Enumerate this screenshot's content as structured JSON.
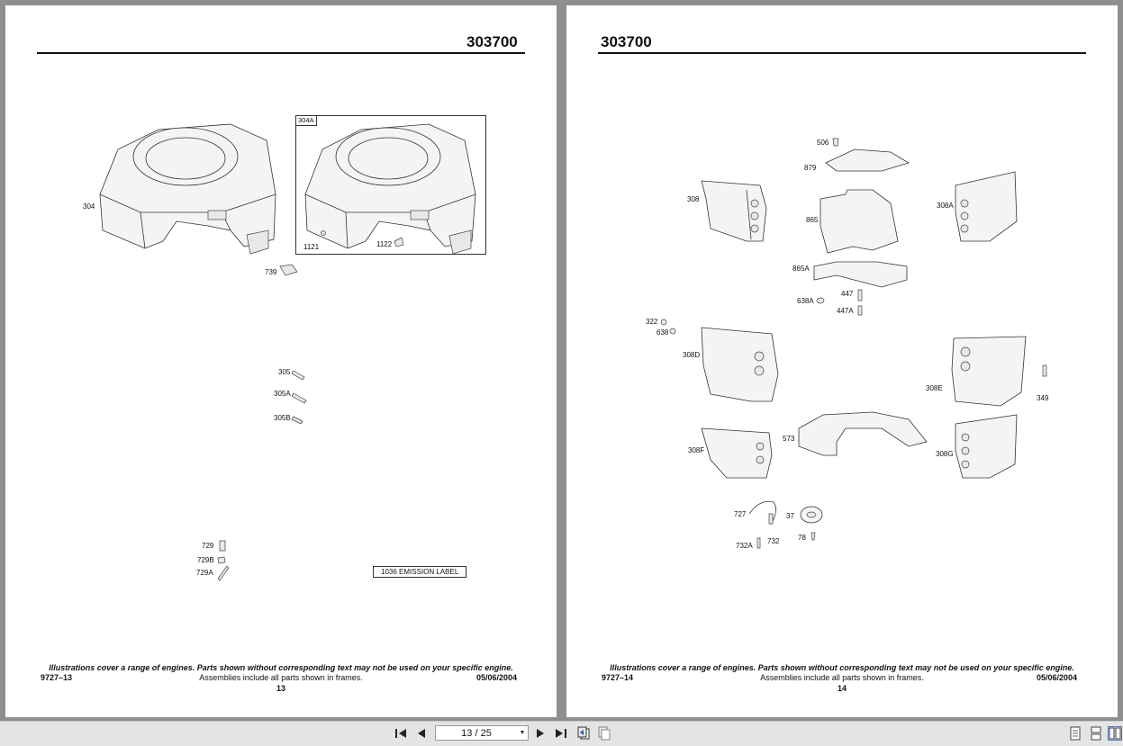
{
  "left_page": {
    "doc_number": "303700",
    "frame_tag": "304A",
    "callouts": [
      "304",
      "1121",
      "1122",
      "739",
      "305",
      "305A",
      "305B",
      "729",
      "729B",
      "729A"
    ],
    "emission_label": "1036 EMISSION LABEL",
    "footer": {
      "note": "Illustrations cover a range of engines. Parts shown without corresponding text may not be used on your specific engine.",
      "code": "9727–13",
      "assemblies": "Assemblies include all parts shown in frames.",
      "date": "05/06/2004",
      "page": "13"
    }
  },
  "right_page": {
    "doc_number": "303700",
    "callouts": [
      "506",
      "879",
      "308",
      "308A",
      "865",
      "865A",
      "447",
      "638A",
      "447A",
      "322",
      "638",
      "308D",
      "308E",
      "349",
      "573",
      "308F",
      "308G",
      "727",
      "37",
      "732",
      "78",
      "732A"
    ],
    "footer": {
      "note": "Illustrations cover a range of engines. Parts shown without corresponding text may not be used on your specific engine.",
      "code": "9727–14",
      "assemblies": "Assemblies include all parts shown in frames.",
      "date": "05/06/2004",
      "page": "14"
    }
  },
  "toolbar": {
    "page_indicator": "13 / 25",
    "icons": [
      "first-page-icon",
      "previous-page-icon",
      "next-page-icon",
      "last-page-icon",
      "go-back-icon",
      "go-forward-icon",
      "single-page-view-icon",
      "continuous-view-icon",
      "facing-pages-view-icon"
    ]
  }
}
